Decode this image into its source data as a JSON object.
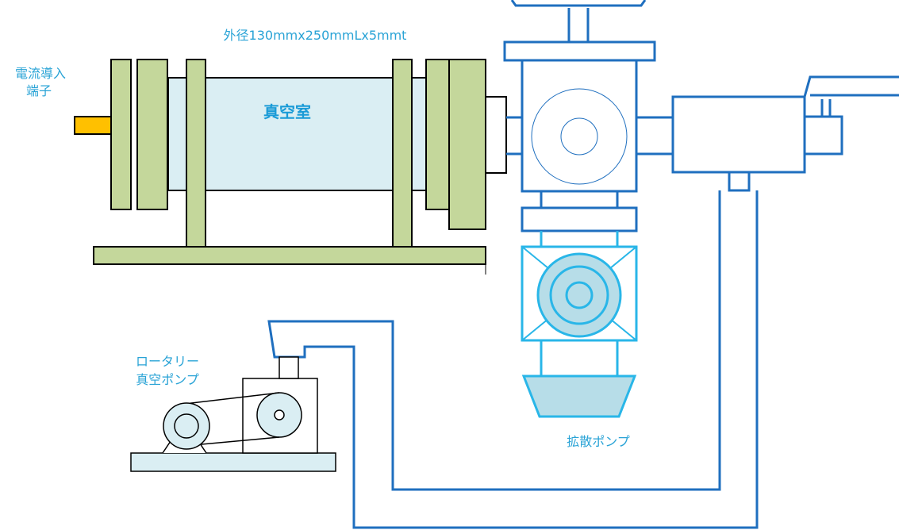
{
  "labels": {
    "dimension": "外径130mmx250mmLx5mmt",
    "feedthrough_line1": "電流導入",
    "feedthrough_line2": "端子",
    "chamber": "真空室",
    "rotary_line1": "ロータリー",
    "rotary_line2": "真空ポンプ",
    "diffusion": "拡散ポンプ"
  },
  "colors": {
    "frame_green": "#c4d79b",
    "chamber_fill": "#daeef3",
    "pipe_blue": "#1f6fbf",
    "light_blue": "#29b6e8",
    "terminal_orange": "#ffc000",
    "text_blue": "#29a3d6"
  }
}
